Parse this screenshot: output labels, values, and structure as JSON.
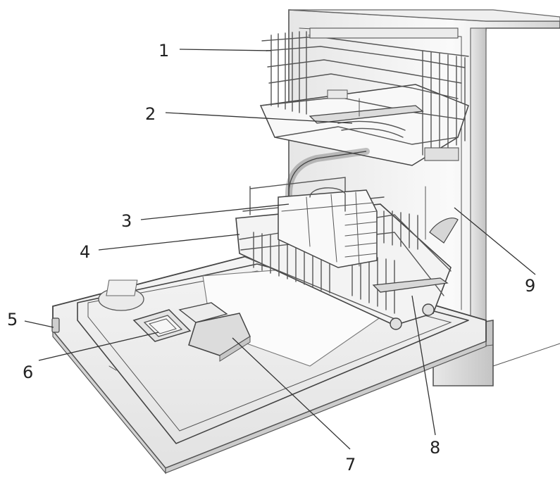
{
  "callouts": [
    {
      "number": "1",
      "part": "upper-rack"
    },
    {
      "number": "2",
      "part": "upper-spray-arm"
    },
    {
      "number": "3",
      "part": "cutlery-basket"
    },
    {
      "number": "4",
      "part": "lower-rack"
    },
    {
      "number": "5",
      "part": "door-handle"
    },
    {
      "number": "6",
      "part": "rinse-aid-dispenser"
    },
    {
      "number": "7",
      "part": "detergent-dispenser"
    },
    {
      "number": "8",
      "part": "lower-spray-arm"
    },
    {
      "number": "9",
      "part": "interior-tub"
    }
  ],
  "colors": {
    "line": "#444444",
    "shade_light": "#f2f2f2",
    "shade_mid": "#e0e0e0",
    "shade_dark": "#c8c8c8",
    "background": "#ffffff"
  }
}
